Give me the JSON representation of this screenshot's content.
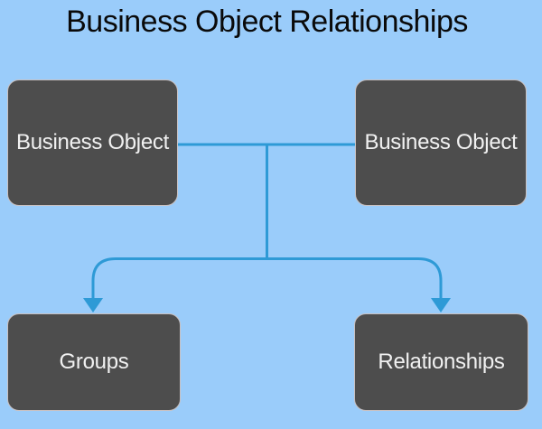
{
  "title": "Business Object Relationships",
  "diagram": {
    "nodes": [
      {
        "id": "business-object-left",
        "label": "Business Object"
      },
      {
        "id": "business-object-right",
        "label": "Business Object"
      },
      {
        "id": "groups",
        "label": "Groups"
      },
      {
        "id": "relationships",
        "label": "Relationships"
      }
    ],
    "connectors": [
      {
        "id": "top-link",
        "from": "business-object-left",
        "to": "business-object-right",
        "style": "straight-line"
      },
      {
        "id": "branch-left",
        "from": "top-link-midpoint",
        "to": "groups",
        "style": "rounded-elbow-arrow"
      },
      {
        "id": "branch-right",
        "from": "top-link-midpoint",
        "to": "relationships",
        "style": "rounded-elbow-arrow"
      }
    ]
  },
  "colors": {
    "background": "#9ACCFA",
    "node_fill": "#4D4D4D",
    "node_border": "#C9C1C1",
    "node_text": "#F1F1F1",
    "connector": "#2E9AD6",
    "title_text": "#0A0A0A"
  }
}
